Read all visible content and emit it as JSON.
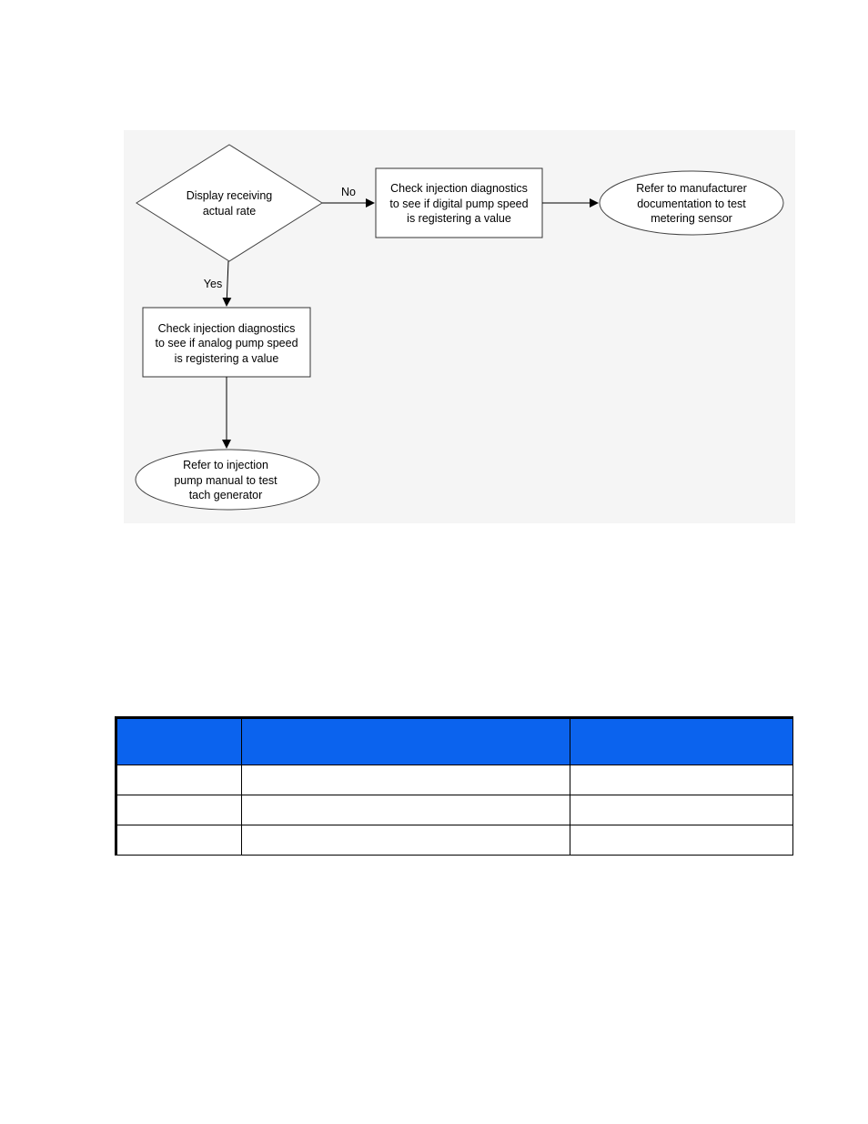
{
  "flowchart": {
    "decision": {
      "line1": "Display receiving",
      "line2": "actual rate"
    },
    "edge_no_label": "No",
    "edge_yes_label": "Yes",
    "digital_check": {
      "line1": "Check injection diagnostics",
      "line2": "to see if digital pump speed",
      "line3": "is registering a value"
    },
    "manufacturer_ref": {
      "line1": "Refer to manufacturer",
      "line2": "documentation to test",
      "line3": "metering sensor"
    },
    "analog_check": {
      "line1": "Check injection diagnostics",
      "line2": "to see if analog pump speed",
      "line3": "is registering a value"
    },
    "injection_ref": {
      "line1": "Refer to injection",
      "line2": "pump manual to test",
      "line3": "tach generator"
    }
  },
  "table": {
    "header_color": "#0b63ee",
    "headers": [
      "",
      "",
      ""
    ],
    "rows": [
      [
        "",
        "",
        ""
      ],
      [
        "",
        "",
        ""
      ],
      [
        "",
        "",
        ""
      ]
    ]
  }
}
